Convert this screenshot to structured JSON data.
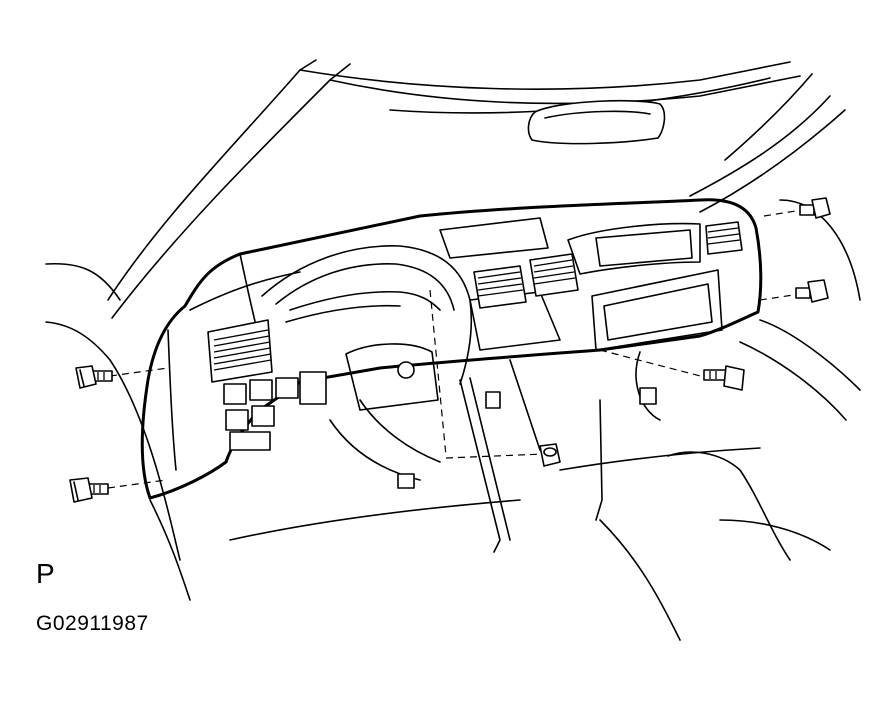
{
  "figure": {
    "view_label": "P",
    "figure_code": "G02911987"
  },
  "bolts": [
    {
      "name": "bolt-left-upper"
    },
    {
      "name": "bolt-left-lower"
    },
    {
      "name": "bolt-right-top"
    },
    {
      "name": "bolt-right-middle"
    },
    {
      "name": "bolt-right-lower"
    },
    {
      "name": "nut-center-bottom"
    }
  ]
}
